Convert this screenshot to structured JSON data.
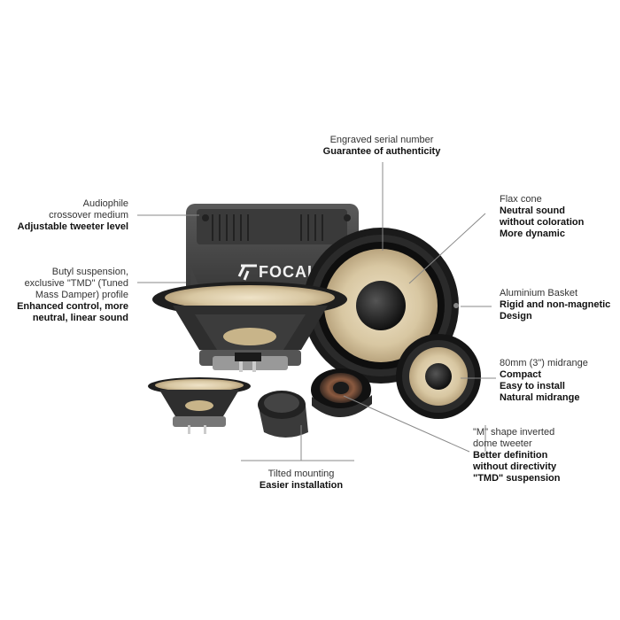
{
  "brand": {
    "logo_text": "FOCAL"
  },
  "callouts": {
    "serial": {
      "light": [
        "Engraved serial number"
      ],
      "bold": [
        "Guarantee of authenticity"
      ]
    },
    "crossover": {
      "light": [
        "Audiophile",
        "crossover medium"
      ],
      "bold": [
        "Adjustable tweeter level"
      ]
    },
    "suspension": {
      "light": [
        "Butyl suspension,",
        "exclusive \"TMD\" (Tuned",
        "Mass Damper) profile"
      ],
      "bold": [
        "Enhanced control, more",
        "neutral, linear sound"
      ]
    },
    "flax": {
      "light": [
        "Flax cone"
      ],
      "bold": [
        "Neutral sound",
        "without coloration",
        "More dynamic"
      ]
    },
    "basket": {
      "light": [
        "Aluminium Basket"
      ],
      "bold": [
        "Rigid and non-magnetic",
        "Design"
      ]
    },
    "midrange": {
      "light": [
        "80mm (3\") midrange"
      ],
      "bold": [
        "Compact",
        "Easy to install",
        "Natural midrange"
      ]
    },
    "tweeter": {
      "light": [
        "\"M\" shape inverted",
        "dome tweeter"
      ],
      "bold": [
        "Better definition",
        "without directivity",
        "\"TMD\" suspension"
      ]
    },
    "tilted": {
      "light": [
        "Tilted mounting"
      ],
      "bold": [
        "Easier installation"
      ]
    }
  },
  "colors": {
    "line": "#888888",
    "flax": "#d9c9a8",
    "dark": "#1e1e1e",
    "metal": "#4a4a4a"
  }
}
